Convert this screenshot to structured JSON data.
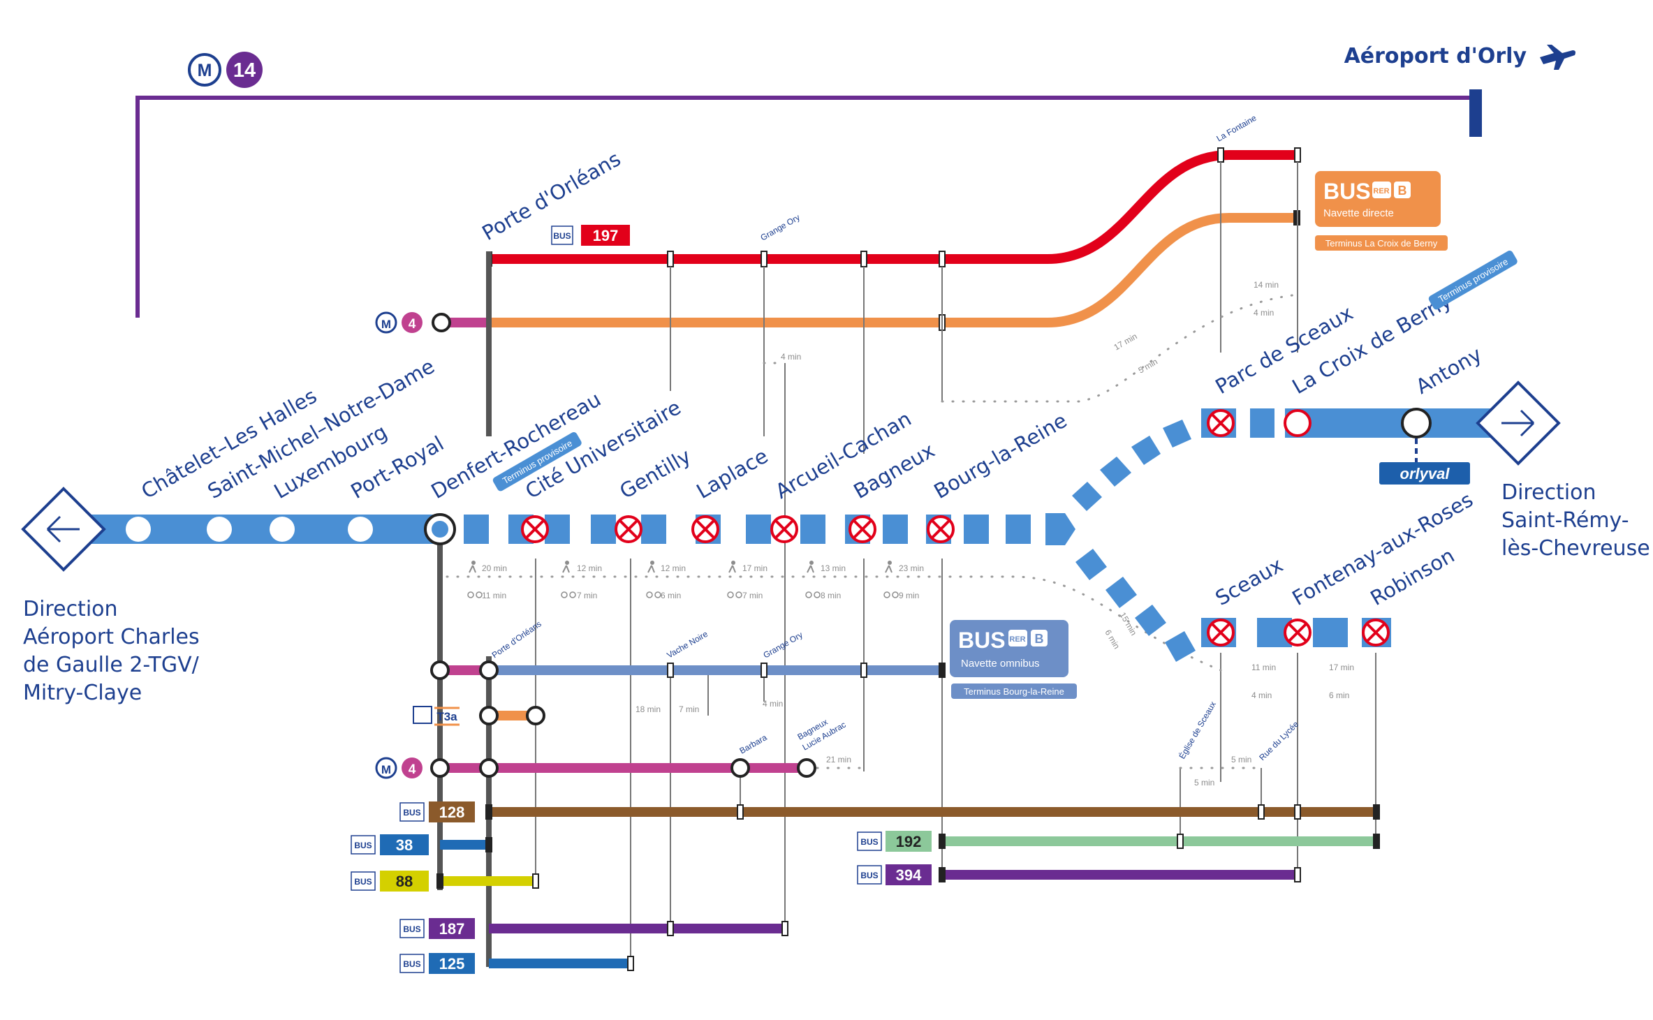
{
  "colors": {
    "rer_b": "#4a8fd4",
    "metro14": "#6a2c91",
    "metro4": "#c0418f",
    "bus197": "#e2001a",
    "bus_navette_directe": "#f0914a",
    "bus_navette_omnibus": "#6d8fc7",
    "bus128": "#8b5a2b",
    "bus38": "#1f6bb5",
    "bus88": "#d4d000",
    "bus187": "#6a2c91",
    "bus125": "#1f6bb5",
    "bus192": "#8cc89a",
    "bus394": "#6a2c91",
    "tram3a": "#f0914a",
    "text": "#1d3f8f",
    "interrupted": "#e2001a"
  },
  "airport": {
    "label": "Aéroport d'Orly",
    "icon": "plane-icon"
  },
  "metro14": {
    "m": "M",
    "num": "14"
  },
  "metro4": {
    "m": "M",
    "num": "4"
  },
  "tram": {
    "label": "T3a"
  },
  "bus_tag": "BUS",
  "rer_tag": "RER",
  "line_b": "B",
  "orlyval": "orlyval",
  "directions": {
    "west": [
      "Direction",
      "Aéroport Charles",
      "de Gaulle 2-TGV/",
      "Mitry-Claye"
    ],
    "east": [
      "Direction",
      "Saint-Rémy-",
      "lès-Chevreuse"
    ]
  },
  "stations": {
    "chatelet": "Châtelet–Les Halles",
    "saint_michel": "Saint-Michel–Notre-Dame",
    "luxembourg": "Luxembourg",
    "port_royal": "Port-Royal",
    "denfert": "Denfert-Rochereau",
    "cite_u": "Cité Universitaire",
    "gentilly": "Gentilly",
    "laplace": "Laplace",
    "arcueil": "Arcueil-Cachan",
    "bagneux": "Bagneux",
    "bourg_la_reine": "Bourg-la-Reine",
    "parc_de_sceaux": "Parc de Sceaux",
    "croix_de_berny": "La Croix de Berny",
    "antony": "Antony",
    "sceaux": "Sceaux",
    "fontenay": "Fontenay-aux-Roses",
    "robinson": "Robinson",
    "porte_orleans": "Porte d'Orléans"
  },
  "terminus_provisoire": "Terminus provisoire",
  "bus_directe": {
    "title": "BUS",
    "subtitle": "Navette directe",
    "terminus": "Terminus La Croix de Berny"
  },
  "bus_omnibus": {
    "title": "BUS",
    "subtitle": "Navette omnibus",
    "terminus": "Terminus Bourg-la-Reine"
  },
  "bus_lines": {
    "l197": "197",
    "l128": "128",
    "l38": "38",
    "l88": "88",
    "l187": "187",
    "l125": "125",
    "l192": "192",
    "l394": "394"
  },
  "small_stops": {
    "la_fontaine": "La Fontaine",
    "grange_ory": "Grange Ory",
    "porte_orleans_small": "Porte d'Orléans",
    "vache_noire": "Vache Noire",
    "barbara": "Barbara",
    "bagneux_lucie": [
      "Bagneux",
      "Lucie Aubrac"
    ],
    "eglise_sceaux": "Église de Sceaux",
    "rue_lycee": "Rue du Lycée"
  },
  "times": {
    "t20": "20 min",
    "t11": "11 min",
    "t12": "12 min",
    "t7": "7 min",
    "t12b": "12 min",
    "t6": "6 min",
    "t17": "17 min",
    "t7b": "7 min",
    "t13": "13 min",
    "t8": "8 min",
    "t23": "23 min",
    "t9": "9 min",
    "t4": "4 min",
    "t4b": "4 min",
    "t18": "18 min",
    "t7c": "7 min",
    "t21": "21 min",
    "t14": "14 min",
    "t4c": "4 min",
    "t17b": "17 min",
    "t5": "5 min",
    "t15": "15 min",
    "t6b": "6 min",
    "t11b": "11 min",
    "t4d": "4 min",
    "t17c": "17 min",
    "t6c": "6 min",
    "t5b": "5 min",
    "t5c": "5 min"
  }
}
